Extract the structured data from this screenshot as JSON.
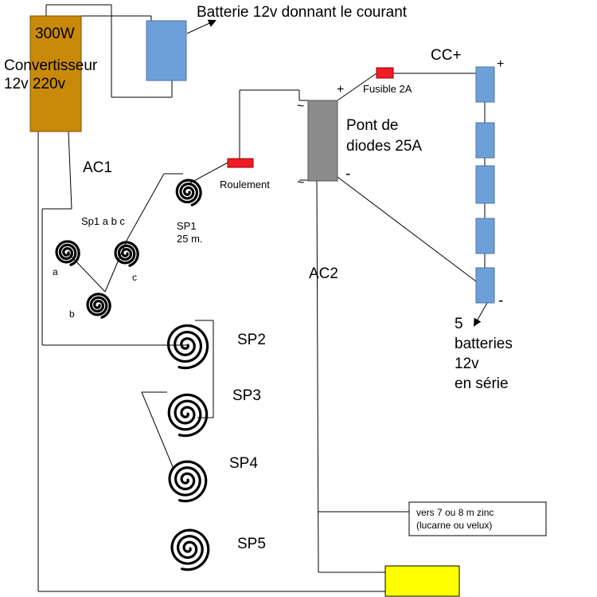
{
  "labels": {
    "top_battery": "Batterie 12v donnant le courant",
    "power": "300W",
    "converter_line1": "Convertisseur",
    "converter_line2": "12v 220v",
    "cc_plus": "CC+",
    "plus_right": "+",
    "plus_bridge": "+",
    "fuse": "Fusible 2A",
    "bridge_line1": "Pont de",
    "bridge_line2": "diodes 25A",
    "tilde_top": "~",
    "tilde_bottom": "~",
    "minus_bridge": "-",
    "minus_right": "-",
    "bearing": "Roulement",
    "ac1": "AC1",
    "ac2": "AC2",
    "sp1abc": "Sp1 a b c",
    "sp1_line1": "SP1",
    "sp1_line2": "25 m.",
    "a": "a",
    "b": "b",
    "c": "c",
    "sp2": "SP2",
    "sp3": "SP3",
    "sp4": "SP4",
    "sp5": "SP5",
    "batteries_line1": "5",
    "batteries_line2": "batteries",
    "batteries_line3": "12v",
    "batteries_line4": "en série",
    "zinc_line1": "vers 7 ou 8 m zinc",
    "zinc_line2": "(lucarne ou velux)"
  },
  "colors": {
    "converter": "#c98a0a",
    "battery": "#6f9fd8",
    "battery_border": "#4a74a8",
    "fuse": "#ee1c25",
    "bridge": "#8c8c8c",
    "yellow_box": "#ffff00"
  }
}
